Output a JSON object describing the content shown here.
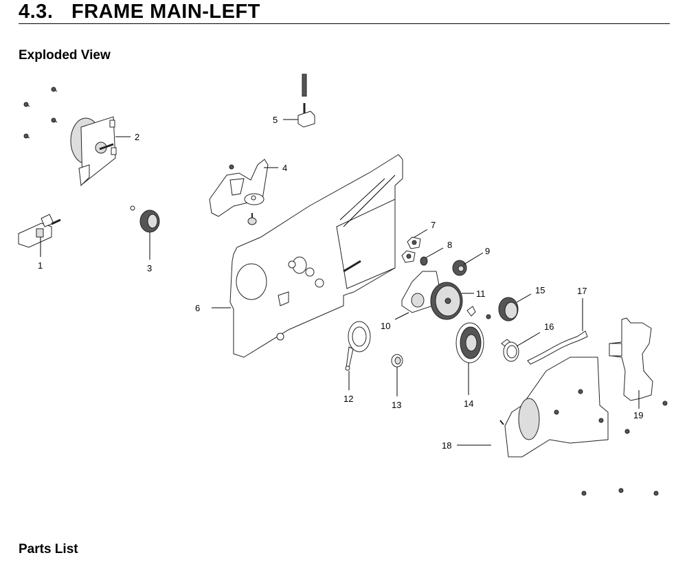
{
  "section": {
    "number": "4.3.",
    "title": "FRAME MAIN-LEFT"
  },
  "headings": {
    "exploded_view": "Exploded View",
    "parts_list": "Parts List"
  },
  "callouts": [
    "1",
    "2",
    "3",
    "4",
    "5",
    "6",
    "7",
    "8",
    "9",
    "10",
    "11",
    "12",
    "13",
    "14",
    "15",
    "16",
    "17",
    "18",
    "19"
  ]
}
